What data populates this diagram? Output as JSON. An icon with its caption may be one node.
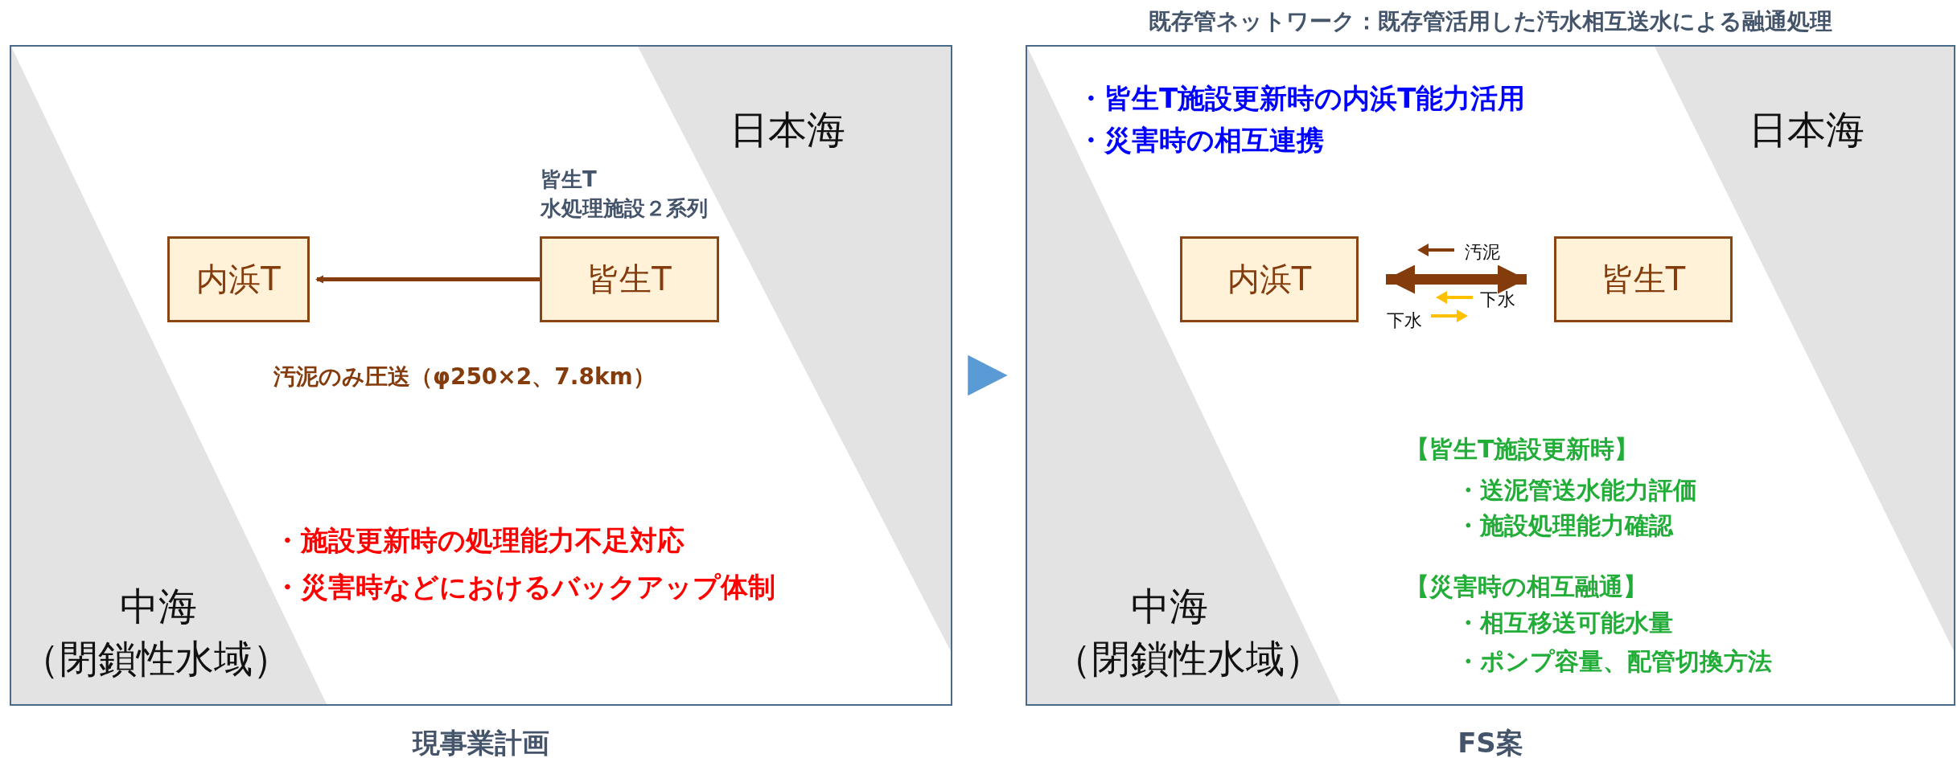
{
  "diagram": {
    "nodes": [
      {
        "text": [
          "現事業計画"
        ]
      },
      {
        "text": [
          "既存管ネットワーク：既存管活用した汚水相互送水による融通処理",
          "FS案"
        ]
      },
      {
        "text": [
          "内浜T"
        ],
        "in": 0
      },
      {
        "text": [
          "皆生T"
        ],
        "in": 0,
        "beside": [
          "皆生T",
          "水処理施設２系列"
        ]
      },
      {
        "text": [
          "内浜T"
        ],
        "in": 1
      },
      {
        "text": [
          "皆生T"
        ],
        "in": 1
      }
    ],
    "edges": [
      {
        "from": 0,
        "to": 1,
        "arrow": "to",
        "color": "#5b9bd5"
      },
      {
        "from": 3,
        "to": 2,
        "arrow": "to"
      },
      {
        "from": 4,
        "to": 5,
        "arrow": "both",
        "style": "thick"
      }
    ],
    "labels": [
      "日本海",
      "汚泥のみ圧送（φ250×2、7.8km）",
      "・施設更新時の処理能力不足対応",
      "・災害時などにおけるバックアップ体制",
      "中海",
      "（閉鎖性水域）",
      "・皆生T施設更新時の内浜T能力活用",
      "・災害時の相互連携",
      "日本海",
      "汚泥",
      "下水",
      "下水",
      "【皆生T施設更新時】",
      "・送泥管送水能力評価",
      "・施設処理能力確認",
      "【災害時の相互融通】",
      "・相互移送可能水量",
      "・ポンプ容量、配管切換方法",
      "中海",
      "（閉鎖性水域）"
    ]
  }
}
